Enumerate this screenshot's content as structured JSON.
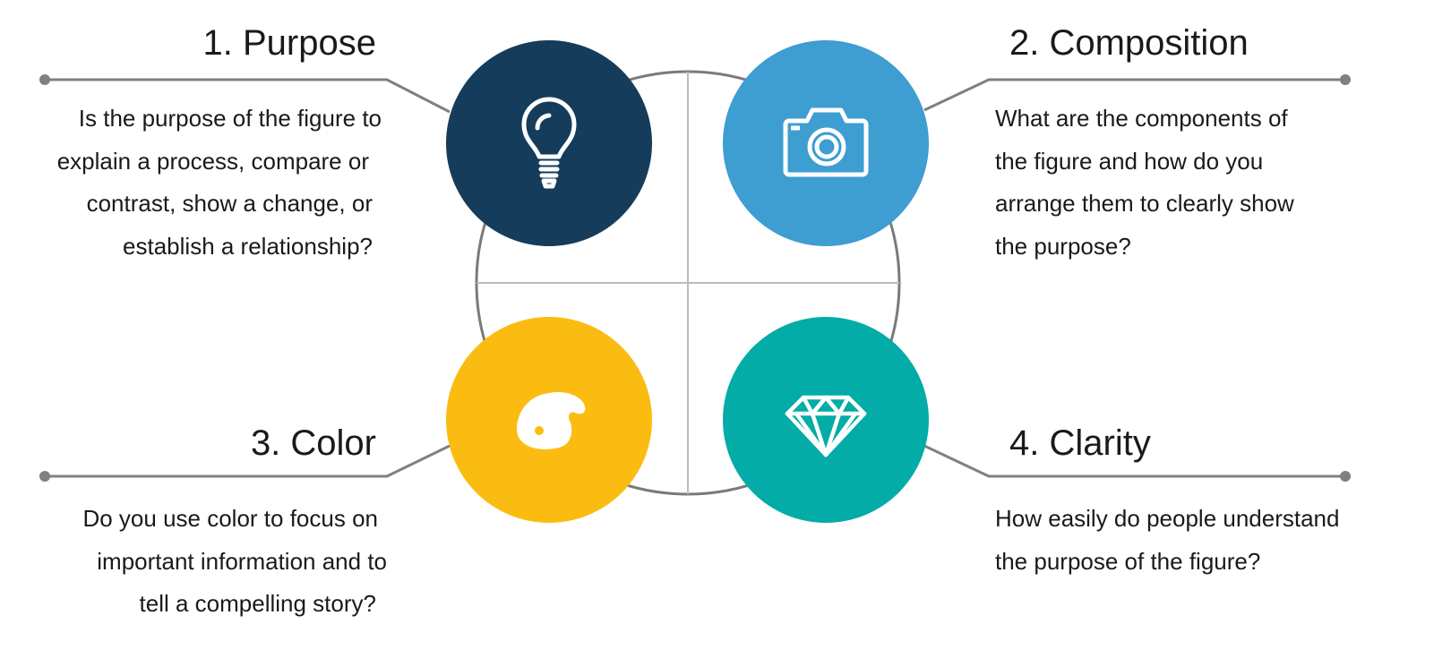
{
  "colors": {
    "line": "#808080",
    "frame": "#7a7a7a",
    "frame_divider": "#bbbbbb",
    "icon": "#ffffff"
  },
  "quadrants": [
    {
      "title": "1. Purpose",
      "lines": [
        "Is the purpose of the figure to",
        "explain a process, compare or",
        "contrast, show a change, or",
        "establish a relationship?"
      ],
      "icon": "lightbulb-icon",
      "color": "#153c5a"
    },
    {
      "title": "2. Composition",
      "lines": [
        "What are the components of",
        "the figure and how do you",
        "arrange them to clearly show",
        "the purpose?"
      ],
      "icon": "camera-icon",
      "color": "#3e9dd1"
    },
    {
      "title": "3. Color",
      "lines": [
        "Do you use color to focus on",
        "important information and to",
        "tell a compelling story?"
      ],
      "icon": "palette-icon",
      "color": "#fbbc12"
    },
    {
      "title": "4. Clarity",
      "lines": [
        "How easily do people understand",
        "the purpose of the figure?"
      ],
      "icon": "diamond-icon",
      "color": "#03aca6"
    }
  ]
}
